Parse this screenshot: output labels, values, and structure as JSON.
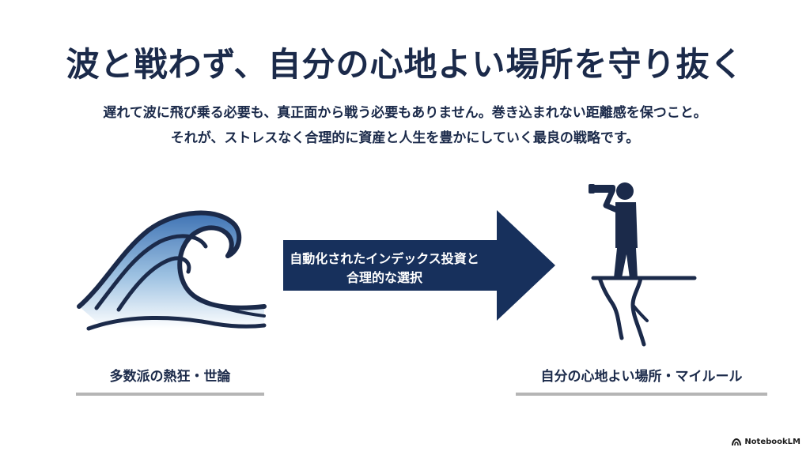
{
  "slide": {
    "title": "波と戦わず、自分の心地よい場所を守り抜く",
    "subtitle_line1": "遅れて波に飛び乗る必要も、真正面から戦う必要もありません。巻き込まれない距離感を保つこと。",
    "subtitle_line2": "それが、ストレスなく合理的に資産と人生を豊かにしていく最良の戦略です。"
  },
  "left": {
    "icon": "wave-icon",
    "label": "多数派の熱狂・世論"
  },
  "arrow": {
    "icon": "right-arrow-icon",
    "line1": "自動化されたインデックス投資と",
    "line2": "合理的な選択"
  },
  "right": {
    "icon": "person-with-binoculars-on-cliff-icon",
    "label": "自分の心地よい場所・マイルール"
  },
  "brand": {
    "name": "NotebookLM"
  },
  "colors": {
    "navy": "#1b2a4a",
    "arrow": "#17305c",
    "wave_light": "#a9cbe6",
    "underline": "#b5b5b5"
  }
}
